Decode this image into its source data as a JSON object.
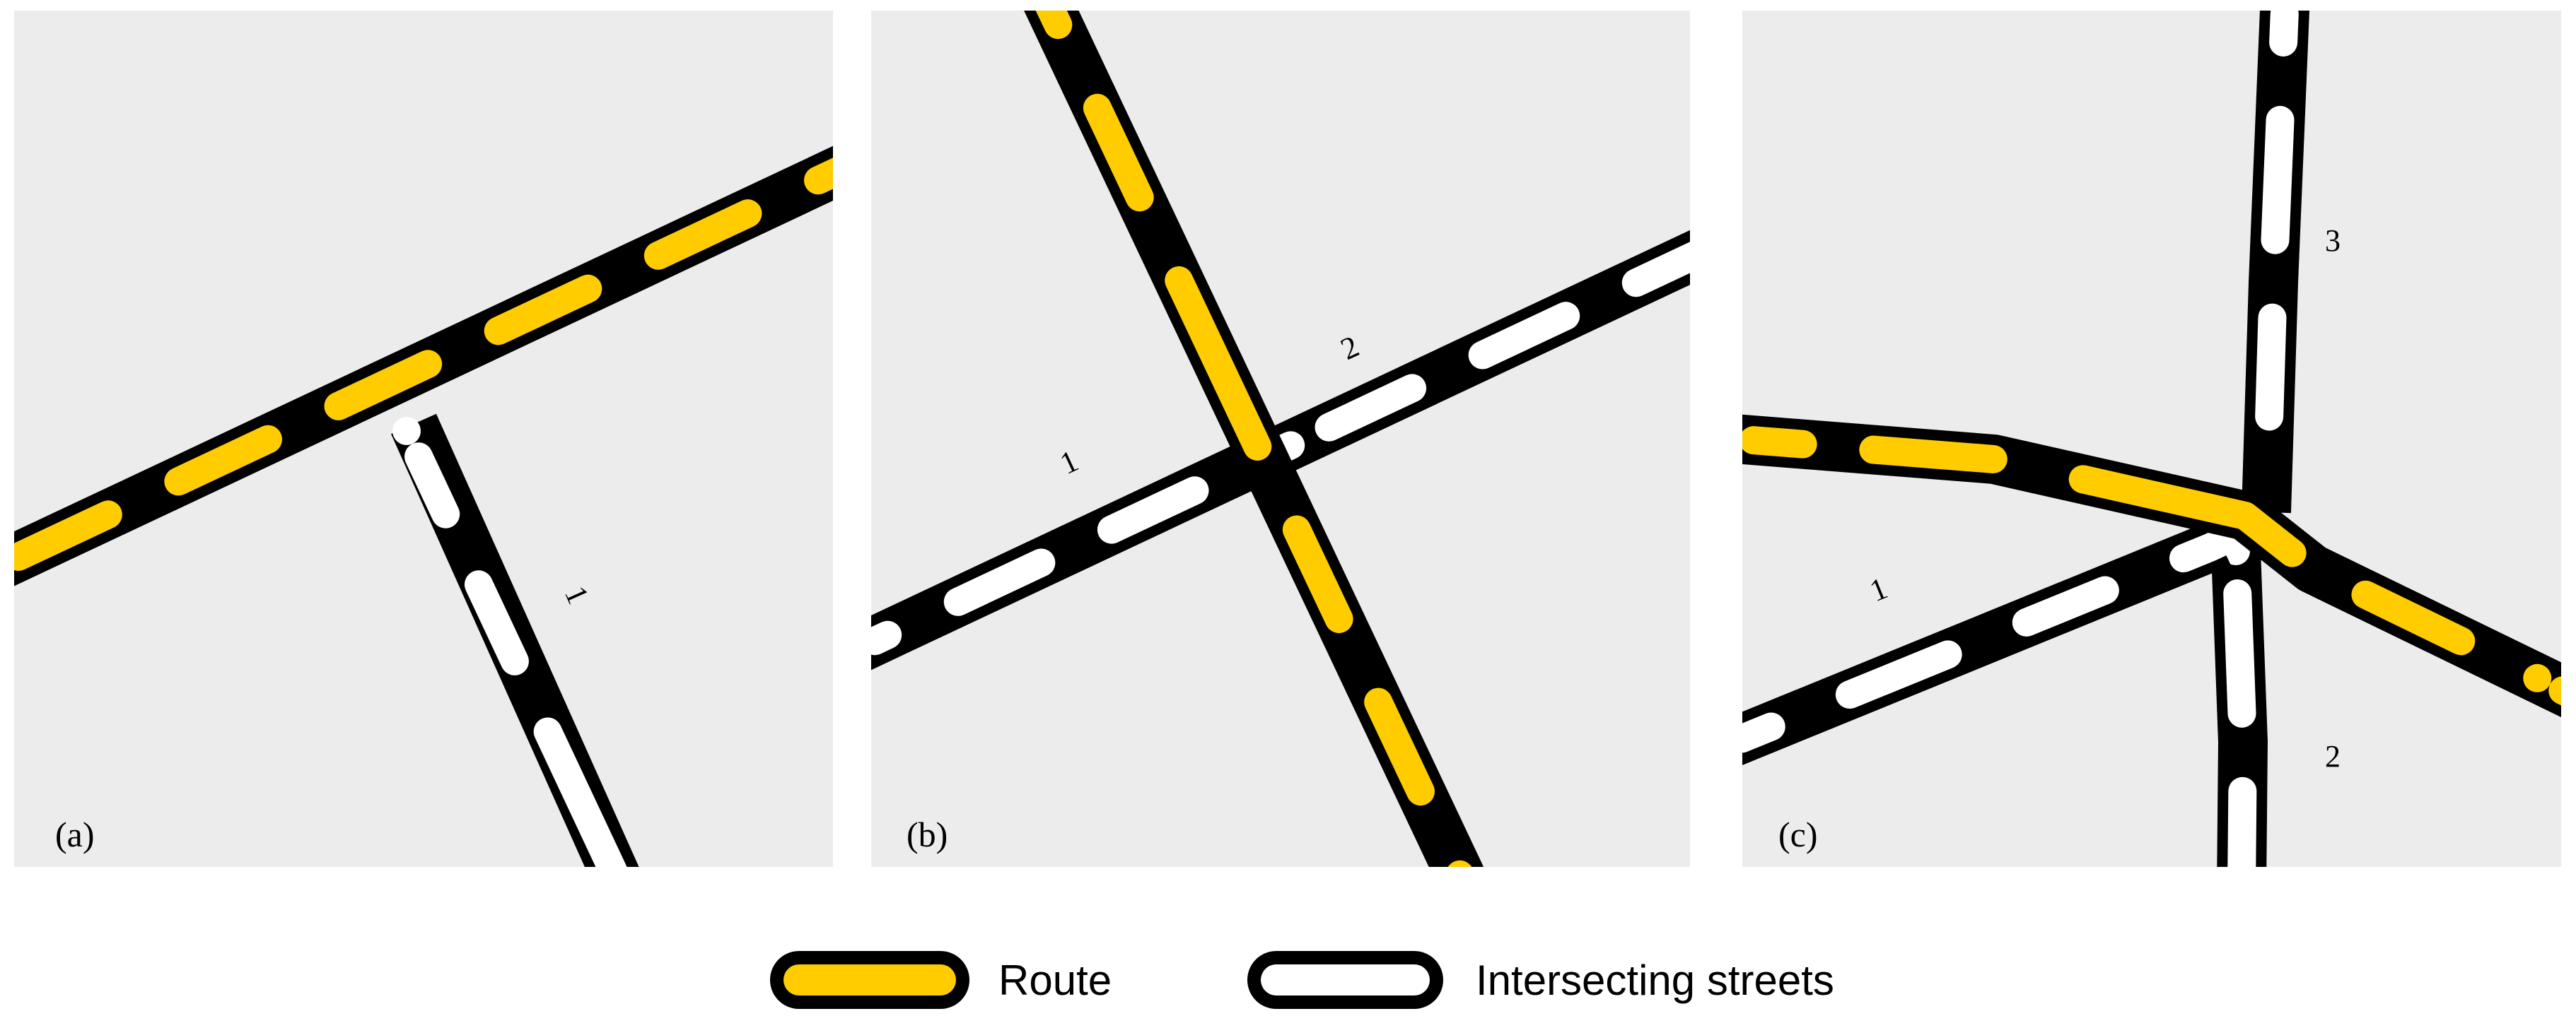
{
  "panels": [
    {
      "label": "(a)",
      "streets": [
        {
          "label": "1"
        }
      ]
    },
    {
      "label": "(b)",
      "streets": [
        {
          "label": "1"
        },
        {
          "label": "2"
        }
      ]
    },
    {
      "label": "(c)",
      "streets": [
        {
          "label": "1"
        },
        {
          "label": "2"
        },
        {
          "label": "3"
        }
      ]
    }
  ],
  "legend": {
    "route_label": "Route",
    "streets_label": "Intersecting streets"
  },
  "colors": {
    "panel_background": "#ececec",
    "road_casing": "#000000",
    "route_dash": "#ffcc00",
    "street_dash": "#ffffff"
  }
}
